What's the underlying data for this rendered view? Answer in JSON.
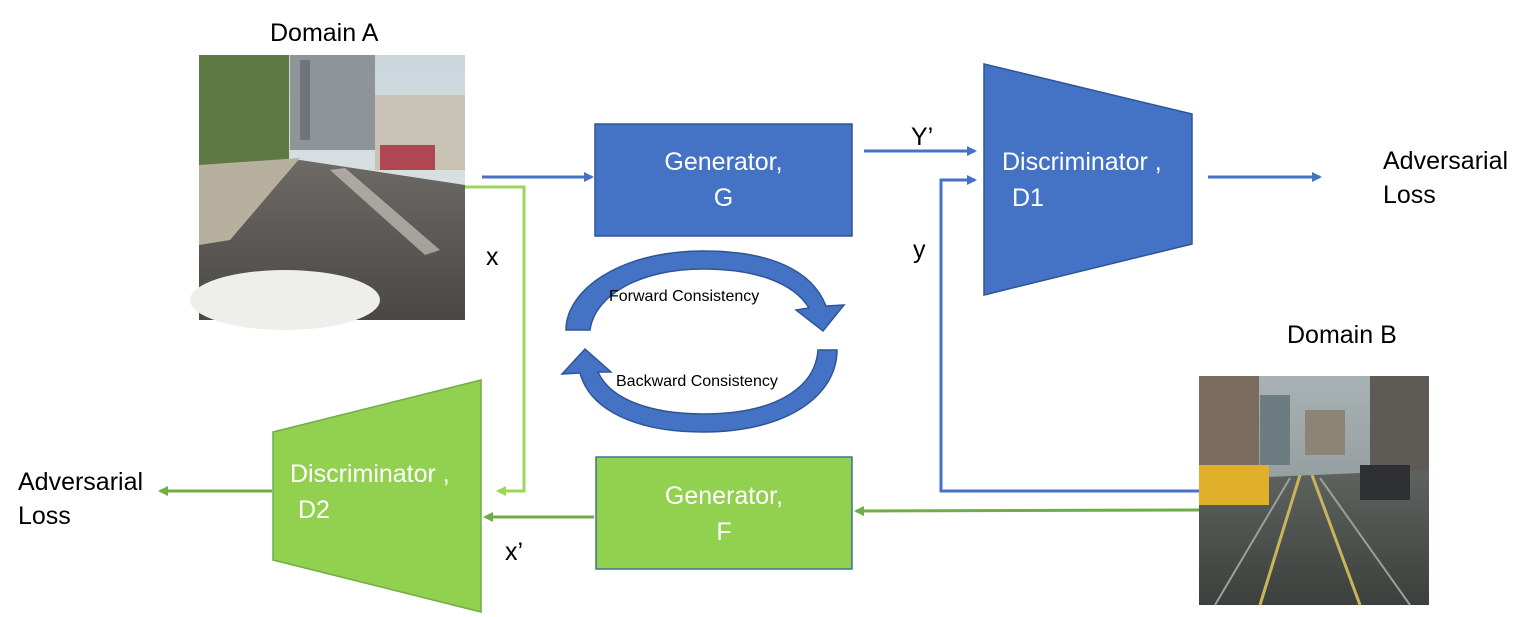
{
  "domain_a": {
    "title": "Domain A",
    "image_alt": "GTA driving scene"
  },
  "domain_b": {
    "title": "Domain B",
    "image_alt": "Cityscapes street scene"
  },
  "generator_g": {
    "line1": "Generator,",
    "line2": "G"
  },
  "generator_f": {
    "line1": "Generator,",
    "line2": "F"
  },
  "discriminator_d1": {
    "line1": "Discriminator ,",
    "line2": "D1"
  },
  "discriminator_d2": {
    "line1": "Discriminator ,",
    "line2": "D2"
  },
  "loss_right": {
    "line1": "Adversarial",
    "line2": "Loss"
  },
  "loss_left": {
    "line1": "Adversarial",
    "line2": "Loss"
  },
  "labels": {
    "x": "x",
    "y_prime": "Y’",
    "y": "y",
    "x_prime": "x’"
  },
  "cycle": {
    "forward": "Forward Consistency",
    "backward": "Backward Consistency"
  },
  "colors": {
    "blue": "#4472C4",
    "blue_dark": "#2F5597",
    "green": "#92D050",
    "green_line": "#70AD47",
    "green_light": "#9BD55A"
  }
}
